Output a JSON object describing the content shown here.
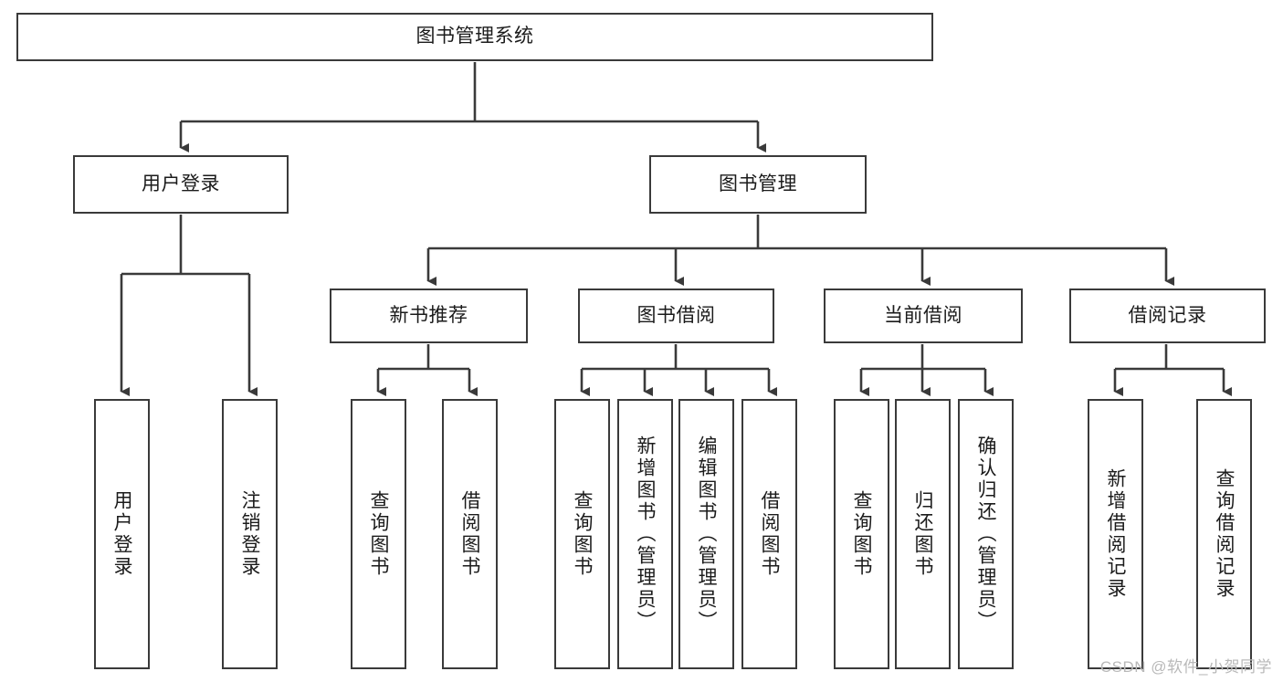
{
  "diagram": {
    "type": "tree-flowchart",
    "title": "图书管理系统",
    "watermark": "CSDN @软件_小贺同学",
    "colors": {
      "box_border": "#3a3a3a",
      "box_fill": "#ffffff",
      "connector": "#3a3a3a",
      "text": "#1b1b1b",
      "watermark": "#b9b9b9",
      "background": "#ffffff"
    },
    "nodes": {
      "root": {
        "label": "图书管理系统"
      },
      "level2": [
        {
          "label": "用户登录"
        },
        {
          "label": "图书管理"
        }
      ],
      "level3": [
        {
          "label": "新书推荐"
        },
        {
          "label": "图书借阅"
        },
        {
          "label": "当前借阅"
        },
        {
          "label": "借阅记录"
        }
      ],
      "leaves_user_login": [
        {
          "label": "用户登录"
        },
        {
          "label": "注销登录"
        }
      ],
      "leaves_new_book": [
        {
          "label": "查询图书"
        },
        {
          "label": "借阅图书"
        }
      ],
      "leaves_borrow": [
        {
          "label": "查询图书"
        },
        {
          "label": "新增图书（管理员）"
        },
        {
          "label": "编辑图书（管理员）"
        },
        {
          "label": "借阅图书"
        }
      ],
      "leaves_current": [
        {
          "label": "查询图书"
        },
        {
          "label": "归还图书"
        },
        {
          "label": "确认归还（管理员）"
        }
      ],
      "leaves_records": [
        {
          "label": "新增借阅记录"
        },
        {
          "label": "查询借阅记录"
        }
      ]
    }
  }
}
